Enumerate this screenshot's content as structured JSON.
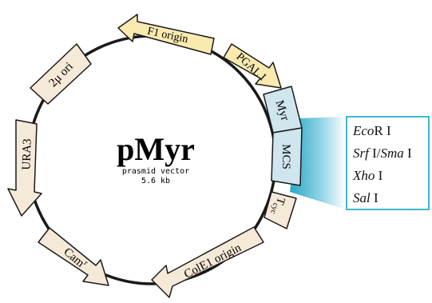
{
  "plasmid": {
    "name": "pMyr",
    "subtitle": "prasmid vector",
    "size": "5.6 kb"
  },
  "features": {
    "f1_origin": "F1 origin",
    "pgal": "PGAL I",
    "myr": "Myr",
    "mcs": "MCS",
    "tcyc_main": "T",
    "tcyc_sub": "cyc",
    "cole1": "ColE1 origin",
    "cam_main": "Cam",
    "cam_sup": "r",
    "ura3": "URA3",
    "two_mu": "2μ ori"
  },
  "restriction_sites": [
    {
      "italic": "Eco",
      "plain": "R I"
    },
    {
      "italic": "Srf",
      "plain": " I/",
      "italic2": "Sma",
      "plain2": " I"
    },
    {
      "italic": "Xho",
      "plain": " I"
    },
    {
      "italic": "Sal",
      "plain": " I"
    }
  ],
  "colors": {
    "backbone": "#1a1a1a",
    "feature_fill": "#f5e9d8",
    "yellow_fill": "#fbeab0",
    "blue_fill": "#cfe6ef",
    "mcs_border": "#3fb7cf",
    "gradient_start": "#2aa8c6",
    "gradient_end": "#ffffff"
  }
}
